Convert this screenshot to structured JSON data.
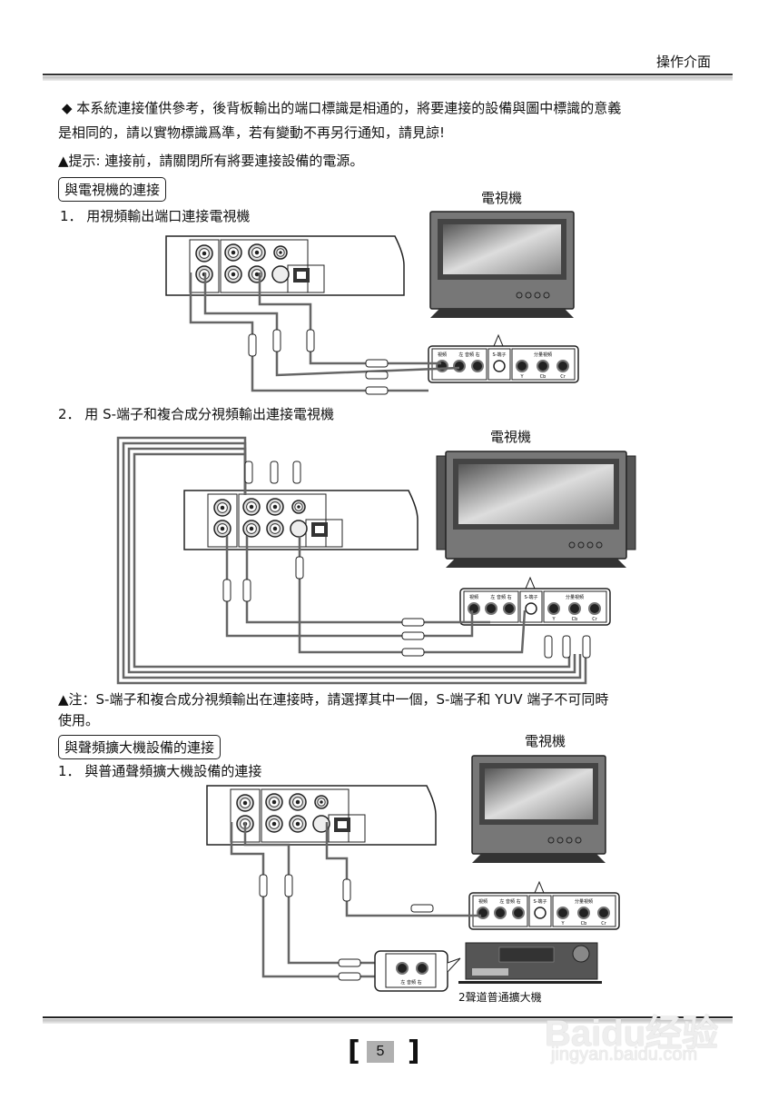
{
  "header": {
    "section_title": "操作介面"
  },
  "intro": {
    "line1": "◆ 本系統連接僅供參考，後背板輸出的端口標識是相通的，將要連接的設備與圖中標識的意義",
    "line2": "是相同的，請以實物標識爲準，若有變動不再另行通知，請見諒!",
    "tip": "▲提示: 連接前，請關閉所有將要連接設備的電源。"
  },
  "section_tv": {
    "title": "與電視機的連接",
    "step1": "1．  用視頻輸出端口連接電視機",
    "step2": "2．  用 S-端子和複合成分視頻輸出連接電視機",
    "tv_label": "電視機"
  },
  "note": {
    "line1": "▲注：S-端子和複合成分視頻輸出在連接時，請選擇其中一個，S-端子和 YUV 端子不可同時",
    "line2": "使用。"
  },
  "section_amp": {
    "title": "與聲頻擴大機設備的連接",
    "step1": "1．  與普通聲頻擴大機設備的連接",
    "tv_label": "電視機",
    "amp_label": "2聲道普通擴大機"
  },
  "tv_jacks": {
    "video": "視頻",
    "audio": "左 音頻 右",
    "svideo": "S-端子",
    "component": "分量視頻",
    "y": "Y",
    "cb": "Cb",
    "cr": "Cr"
  },
  "amp_jacks": {
    "audio": "左 音頻 右"
  },
  "footer": {
    "page_number": "5"
  },
  "watermark": {
    "brand": "Baidu经验",
    "url": "jingyan.baidu.com"
  }
}
